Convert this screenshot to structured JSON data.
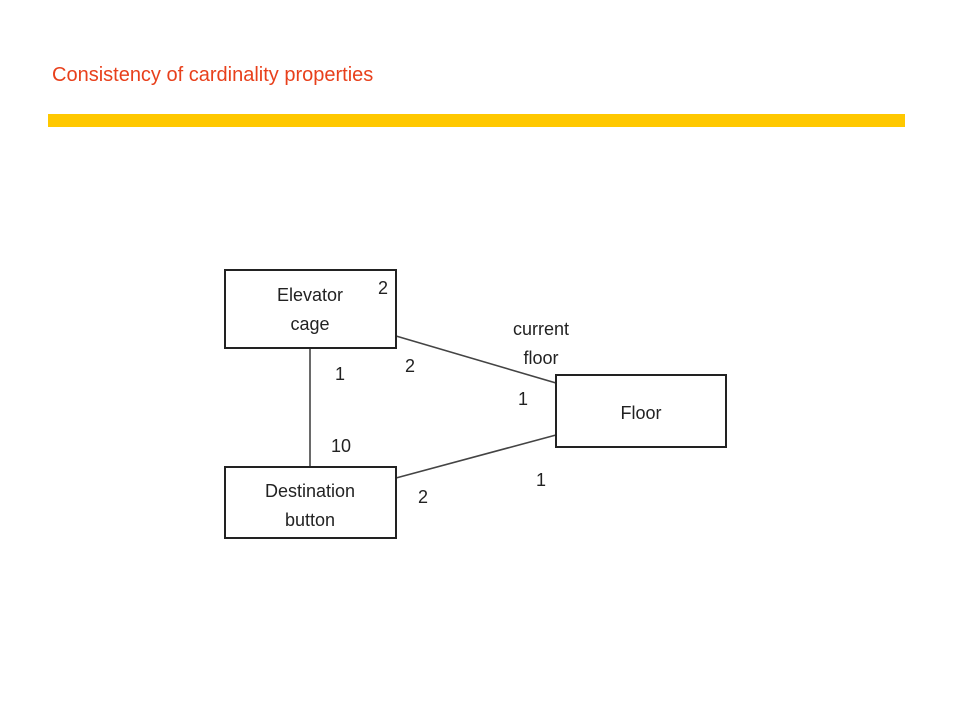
{
  "slide": {
    "title": "Consistency of cardinality properties"
  },
  "diagram": {
    "classes": {
      "elevator_cage": [
        "Elevator",
        "cage"
      ],
      "floor": [
        "Floor"
      ],
      "destination_button": [
        "Destination",
        "button"
      ]
    },
    "elevator_cage_corner_multiplicity": "2",
    "associations": {
      "cage_to_button": {
        "cage_end": "1",
        "button_end": "10"
      },
      "cage_to_floor": {
        "name": [
          "current",
          "floor"
        ],
        "cage_end": "2",
        "floor_end": "1"
      },
      "button_to_floor": {
        "button_end": "2",
        "floor_end": "1"
      }
    }
  },
  "colors": {
    "title": "#e8401c",
    "accent_bar": "#ffc800",
    "line": "#444444"
  }
}
